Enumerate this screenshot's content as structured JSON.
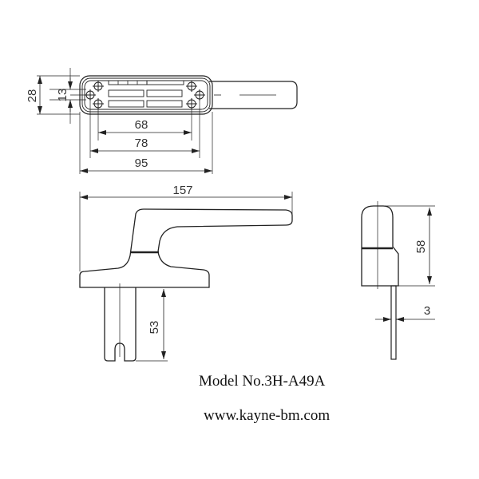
{
  "drawing": {
    "top_view": {
      "dimensions": {
        "overall_width": "28",
        "inner_width": "13",
        "hole_spacing_inner": "68",
        "hole_spacing_outer": "78",
        "base_length": "95"
      }
    },
    "side_view": {
      "dimensions": {
        "total_length": "157",
        "spindle_length": "53"
      }
    },
    "end_view": {
      "dimensions": {
        "height": "58",
        "spindle_thickness": "3"
      }
    }
  },
  "captions": {
    "model": "Model No.3H-A49A",
    "website": "www.kayne-bm.com"
  },
  "colors": {
    "line": "#222222",
    "dim_line": "#333333",
    "background": "#ffffff"
  }
}
